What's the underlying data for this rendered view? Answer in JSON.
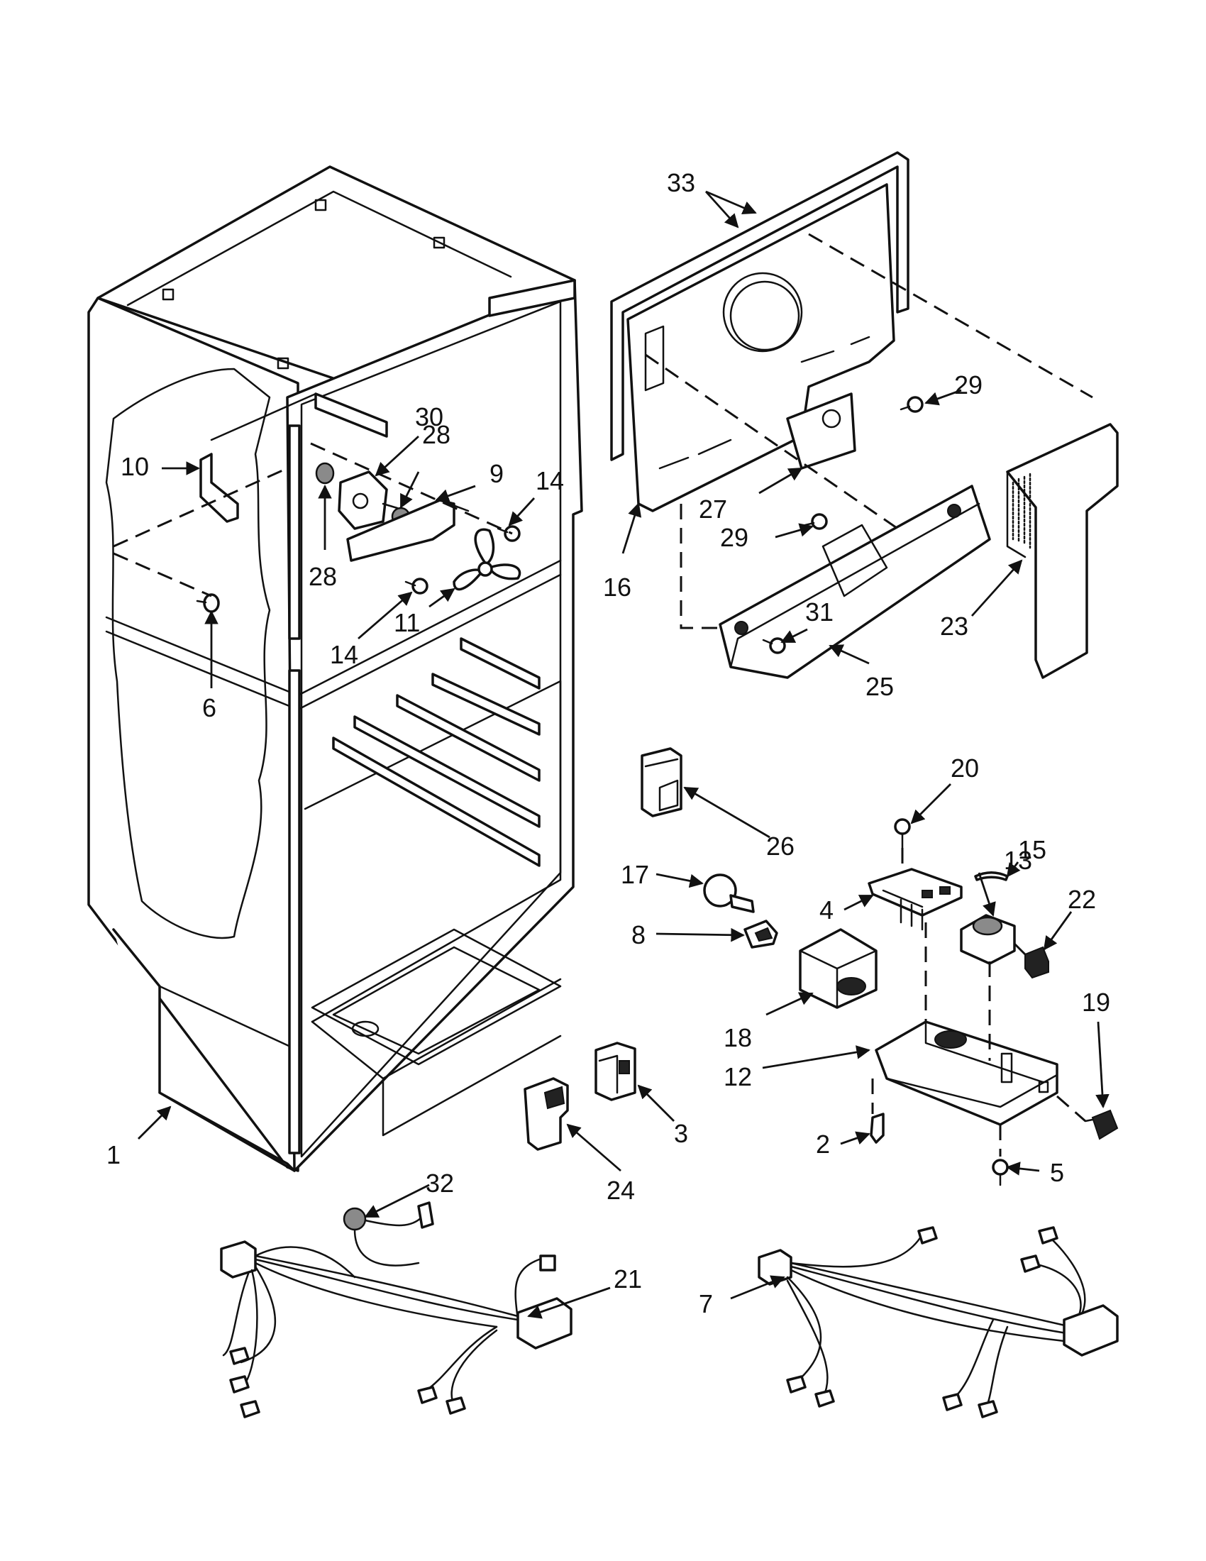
{
  "callouts": [
    {
      "id": "c1",
      "label": "1"
    },
    {
      "id": "c2",
      "label": "2"
    },
    {
      "id": "c3",
      "label": "3"
    },
    {
      "id": "c4",
      "label": "4"
    },
    {
      "id": "c5",
      "label": "5"
    },
    {
      "id": "c6",
      "label": "6"
    },
    {
      "id": "c7",
      "label": "7"
    },
    {
      "id": "c8",
      "label": "8"
    },
    {
      "id": "c9",
      "label": "9"
    },
    {
      "id": "c10",
      "label": "10"
    },
    {
      "id": "c11",
      "label": "11"
    },
    {
      "id": "c12",
      "label": "12"
    },
    {
      "id": "c13",
      "label": "13"
    },
    {
      "id": "c14a",
      "label": "14"
    },
    {
      "id": "c14b",
      "label": "14"
    },
    {
      "id": "c15",
      "label": "15"
    },
    {
      "id": "c16",
      "label": "16"
    },
    {
      "id": "c17",
      "label": "17"
    },
    {
      "id": "c18",
      "label": "18"
    },
    {
      "id": "c19",
      "label": "19"
    },
    {
      "id": "c20",
      "label": "20"
    },
    {
      "id": "c21",
      "label": "21"
    },
    {
      "id": "c22",
      "label": "22"
    },
    {
      "id": "c23",
      "label": "23"
    },
    {
      "id": "c24",
      "label": "24"
    },
    {
      "id": "c25",
      "label": "25"
    },
    {
      "id": "c26",
      "label": "26"
    },
    {
      "id": "c27",
      "label": "27"
    },
    {
      "id": "c28a",
      "label": "28"
    },
    {
      "id": "c28b",
      "label": "28"
    },
    {
      "id": "c29a",
      "label": "29"
    },
    {
      "id": "c29b",
      "label": "29"
    },
    {
      "id": "c30",
      "label": "30"
    },
    {
      "id": "c31",
      "label": "31"
    },
    {
      "id": "c32",
      "label": "32"
    },
    {
      "id": "c33",
      "label": "33"
    }
  ]
}
